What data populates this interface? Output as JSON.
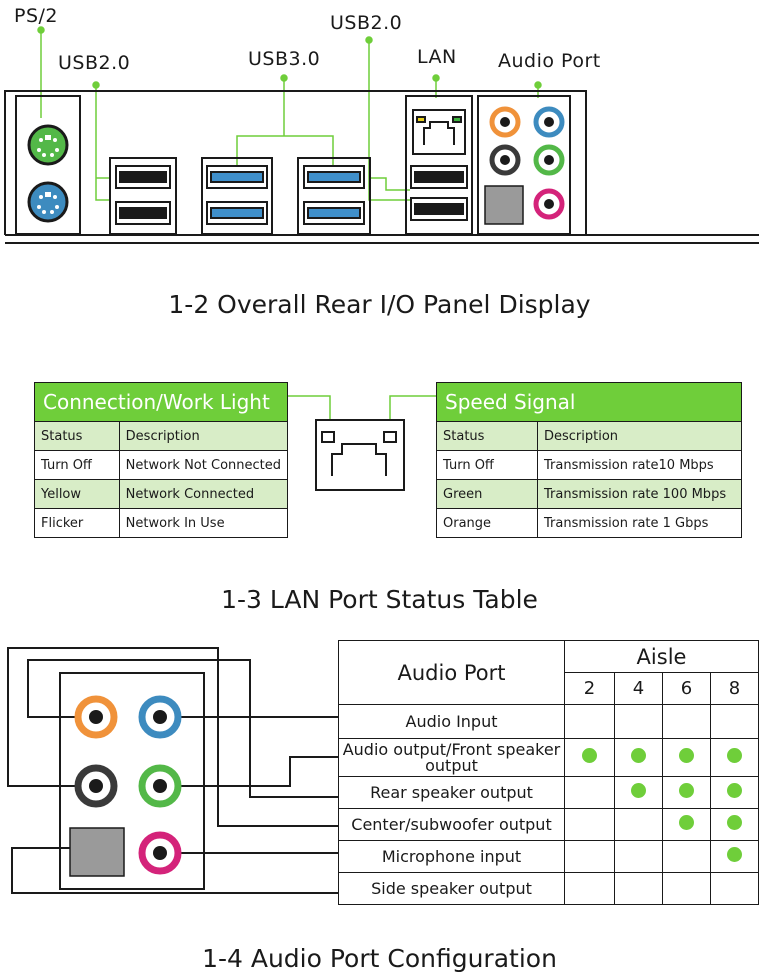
{
  "panel": {
    "labels": {
      "ps2": "PS/2",
      "usb2_left": "USB2.0",
      "usb3": "USB3.0",
      "usb2_right": "USB2.0",
      "lan": "LAN",
      "audio": "Audio Port"
    },
    "caption": "1-2   Overall Rear I/O Panel Display"
  },
  "lan_status": {
    "connection_table": {
      "title": "Connection/Work Light",
      "headers": [
        "Status",
        "Description"
      ],
      "rows": [
        [
          "Turn Off",
          "Network Not Connected"
        ],
        [
          "Yellow",
          "Network Connected"
        ],
        [
          "Flicker",
          "Network In Use"
        ]
      ]
    },
    "speed_table": {
      "title": "Speed Signal",
      "headers": [
        "Status",
        "Description"
      ],
      "rows": [
        [
          "Turn Off",
          "Transmission rate10 Mbps"
        ],
        [
          "Green",
          "Transmission rate 100 Mbps"
        ],
        [
          "Orange",
          "Transmission rate 1 Gbps"
        ]
      ]
    },
    "caption": "1-3    LAN Port Status Table"
  },
  "audio_config": {
    "header": "Audio Port",
    "aisle_header": "Aisle",
    "channels": [
      "2",
      "4",
      "6",
      "8"
    ],
    "rows": [
      {
        "label": "Audio  Input",
        "dots": [
          false,
          false,
          false,
          false
        ]
      },
      {
        "label": "Audio output/Front speaker output",
        "dots": [
          true,
          true,
          true,
          true
        ]
      },
      {
        "label": "Rear speaker output",
        "dots": [
          false,
          true,
          true,
          true
        ]
      },
      {
        "label": "Center/subwoofer output",
        "dots": [
          false,
          false,
          true,
          true
        ]
      },
      {
        "label": "Microphone input",
        "dots": [
          false,
          false,
          false,
          true
        ]
      },
      {
        "label": "Side speaker output",
        "dots": [
          false,
          false,
          false,
          false
        ]
      }
    ],
    "caption": "1-4    Audio Port Configuration"
  },
  "colors": {
    "accent_green": "#6fce3a",
    "ps2_green": "#53b848",
    "ps2_blue": "#3d8bbf",
    "usb3_blue": "#3f8fca",
    "jack_orange": "#f0923a",
    "jack_blue": "#3d8bbf",
    "jack_black": "#3a3a3a",
    "jack_green": "#53b848",
    "jack_pink": "#d4237a",
    "spdif_gray": "#9a9a9a",
    "led_yellow": "#e8d020",
    "led_green": "#3db33d"
  }
}
